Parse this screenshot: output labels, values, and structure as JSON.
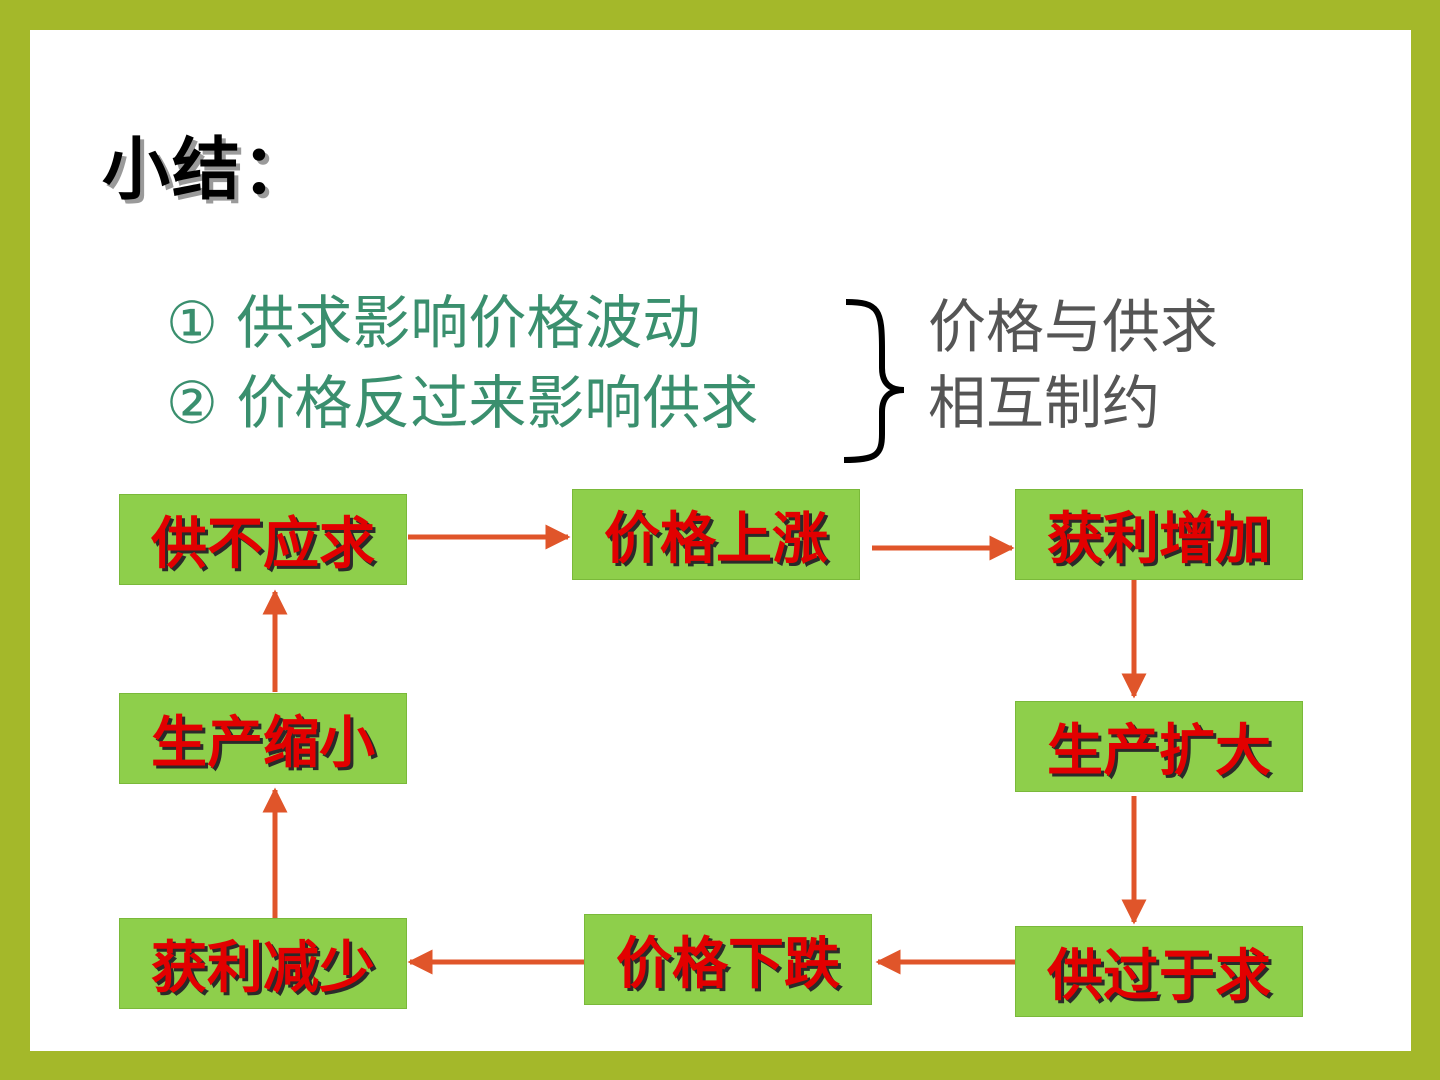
{
  "title": "小结：",
  "points": [
    "① 供求影响价格波动",
    "② 价格反过来影响供求"
  ],
  "conclusion": [
    "价格与供求",
    "相互制约"
  ],
  "cycle": {
    "supply_short": "供不应求",
    "price_up": "价格上涨",
    "profit_up": "获利增加",
    "production_expand": "生产扩大",
    "supply_excess": "供过于求",
    "price_down": "价格下跌",
    "profit_down": "获利减少",
    "production_shrink": "生产缩小"
  },
  "colors": {
    "border": "#a4b82a",
    "box_fill": "#8ecf4b",
    "box_text": "#e20000",
    "arrow": "#e0552a",
    "point_text": "#3a8f6e"
  }
}
